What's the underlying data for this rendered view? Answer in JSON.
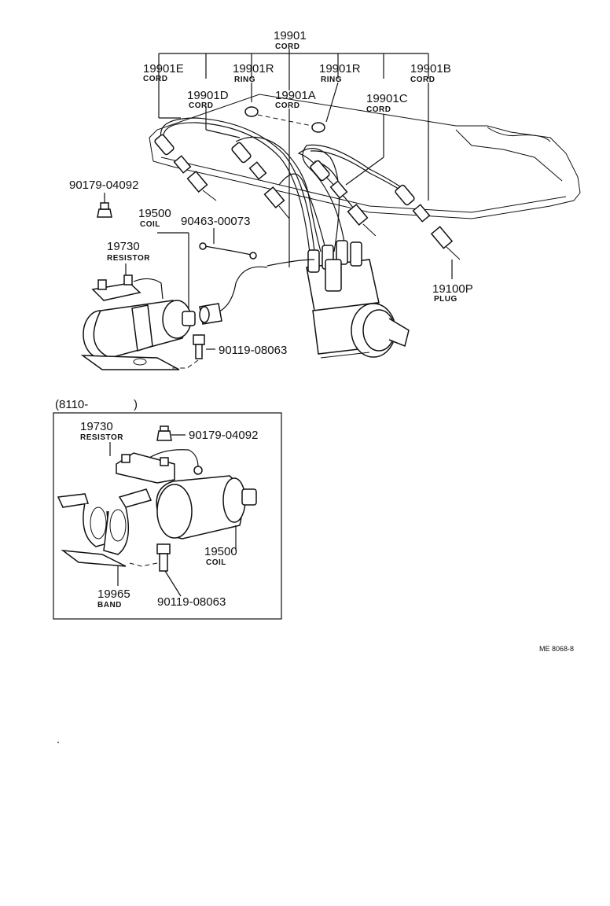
{
  "callouts": {
    "c19901": {
      "number": "19901",
      "name": "CORD"
    },
    "c19901E": {
      "number": "19901E",
      "name": "CORD"
    },
    "c19901R_left": {
      "number": "19901R",
      "name": "RING"
    },
    "c19901R_right": {
      "number": "19901R",
      "name": "RING"
    },
    "c19901B": {
      "number": "19901B",
      "name": "CORD"
    },
    "c19901D": {
      "number": "19901D",
      "name": "CORD"
    },
    "c19901A": {
      "number": "19901A",
      "name": "CORD"
    },
    "c19901C": {
      "number": "19901C",
      "name": "CORD"
    },
    "c90179_top": {
      "number": "90179-04092"
    },
    "c19500_top": {
      "number": "19500",
      "name": "COIL"
    },
    "c90463": {
      "number": "90463-00073"
    },
    "c19730_top": {
      "number": "19730",
      "name": "RESISTOR"
    },
    "c19100P": {
      "number": "19100P",
      "name": "PLUG"
    },
    "c90119_top": {
      "number": "90119-08063"
    }
  },
  "inset": {
    "range_label": "(8110-",
    "range_close": ")",
    "c19730": {
      "number": "19730",
      "name": "RESISTOR"
    },
    "c90179": {
      "number": "90179-04092"
    },
    "c19500": {
      "number": "19500",
      "name": "COIL"
    },
    "c19965": {
      "number": "19965",
      "name": "BAND"
    },
    "c90119": {
      "number": "90119-08063"
    }
  },
  "footer_code": "ME 8068-8"
}
